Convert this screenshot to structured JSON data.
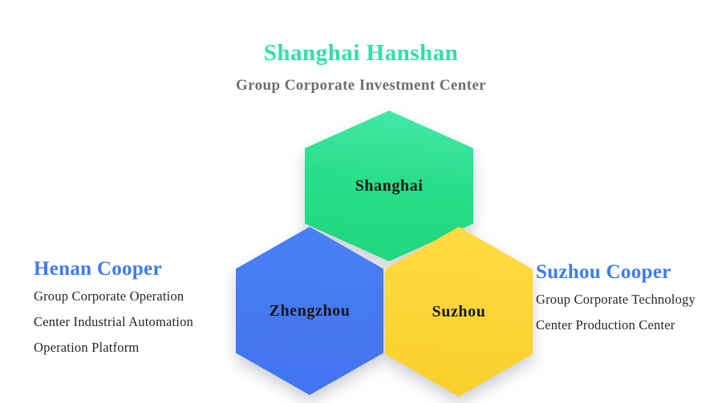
{
  "header": {
    "title": "Shanghai Hanshan",
    "subtitle": "Group Corporate Investment Center"
  },
  "colors": {
    "title_green": "#2ee2a2",
    "heading_blue": "#3d7bf4",
    "hex_green": "#2ade8b",
    "hex_blue": "#4678f1",
    "hex_yellow": "#fbd535",
    "body_text": "#262626",
    "subtitle_gray": "#6e6e6e"
  },
  "hexagons": [
    {
      "label": "Shanghai",
      "color": "#2ade8b"
    },
    {
      "label": "Zhengzhou",
      "color": "#4678f1"
    },
    {
      "label": "Suzhou",
      "color": "#fbd535"
    }
  ],
  "left_block": {
    "heading": "Henan Cooper",
    "lines": [
      "Group Corporate Operation",
      "Center Industrial Automation",
      "Operation Platform"
    ]
  },
  "right_block": {
    "heading": "Suzhou Cooper",
    "lines": [
      "Group Corporate Technology",
      "Center Production Center"
    ]
  }
}
